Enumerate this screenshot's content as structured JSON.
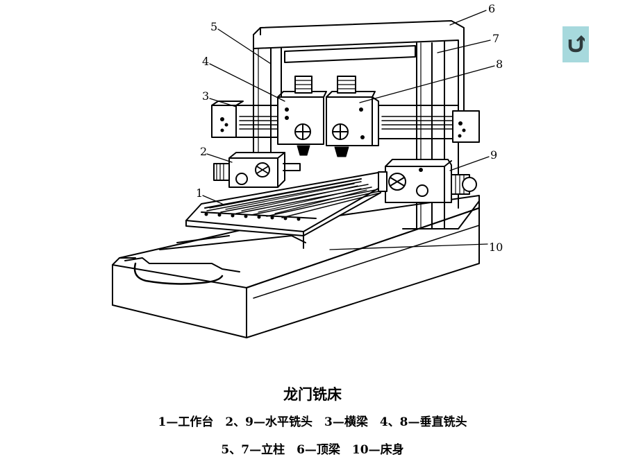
{
  "diagram": {
    "callouts": [
      "1",
      "2",
      "3",
      "4",
      "5",
      "6",
      "7",
      "8",
      "9",
      "10"
    ]
  },
  "caption": {
    "title": "龙门铣床",
    "line1": "1—工作台　2、9—水平铣头　3—横梁　4、8—垂直铣头",
    "line2": "5、7—立柱　6—顶梁　10—床身"
  },
  "nav": {
    "icon": "undo-icon",
    "color": "#a7d9dd"
  }
}
